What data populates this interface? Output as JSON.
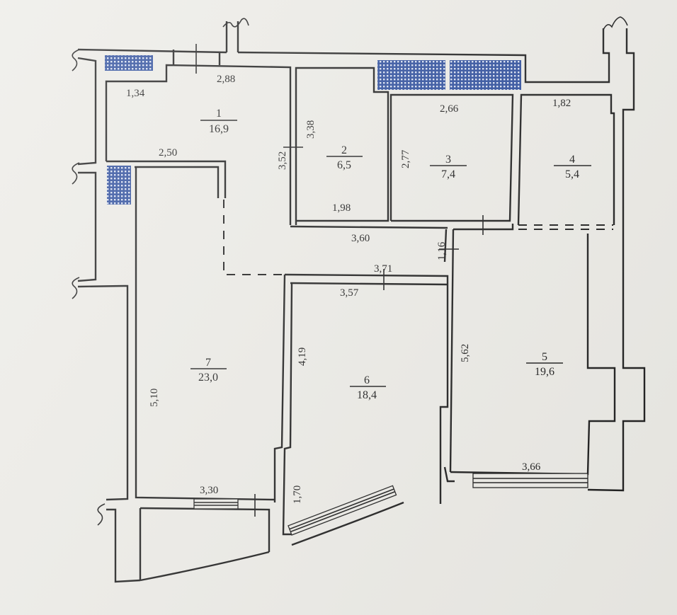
{
  "plan": {
    "type": "apartment floor plan",
    "colors": {
      "wall": "#1c1c1c",
      "background": "#ecebe6",
      "radiator_fill": "#2a4b9b",
      "radiator_grid": "#d8e0f2"
    },
    "rooms": [
      {
        "number": "1",
        "area": "16,9"
      },
      {
        "number": "2",
        "area": "6,5"
      },
      {
        "number": "3",
        "area": "7,4"
      },
      {
        "number": "4",
        "area": "5,4"
      },
      {
        "number": "5",
        "area": "19,6"
      },
      {
        "number": "6",
        "area": "18,4"
      },
      {
        "number": "7",
        "area": "23,0"
      }
    ],
    "dimensions": {
      "d_2_88": "2,88",
      "d_1_34": "1,34",
      "d_2_50": "2,50",
      "d_3_52": "3,52",
      "d_3_38": "3,38",
      "d_1_98": "1,98",
      "d_2_66": "2,66",
      "d_2_77": "2,77",
      "d_1_82": "1,82",
      "d_3_60": "3,60",
      "d_1_16": "1,16",
      "d_3_71": "3,71",
      "d_3_57": "3,57",
      "d_4_19": "4,19",
      "d_5_62": "5,62",
      "d_5_10": "5,10",
      "d_3_66": "3,66",
      "d_3_30": "3,30",
      "d_1_70": "1,70"
    }
  }
}
